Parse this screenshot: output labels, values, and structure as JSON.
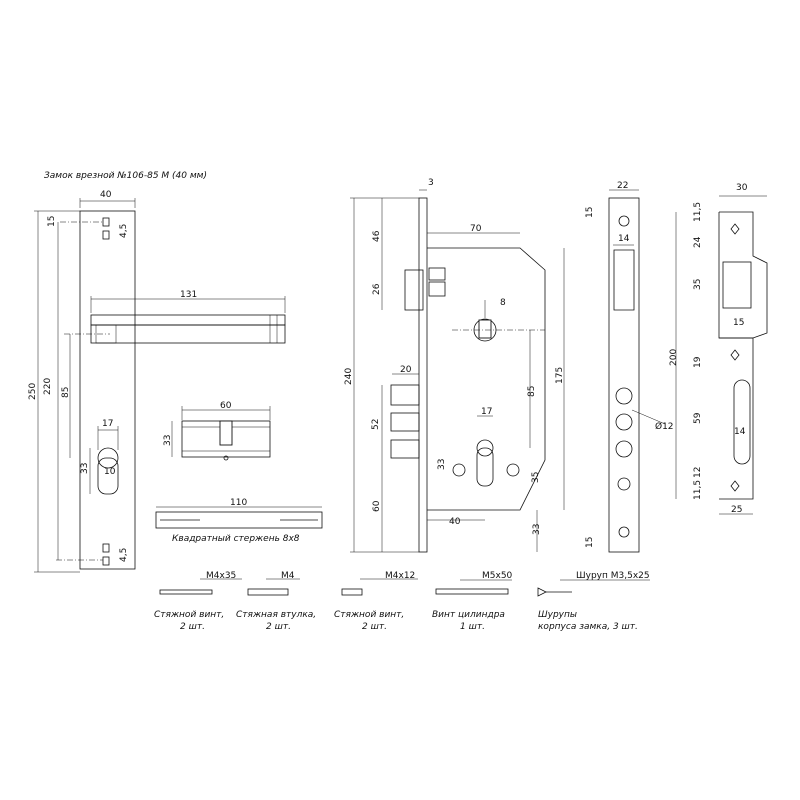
{
  "title": "Замок врезной №106-85 М (40 мм)",
  "plate": {
    "width": "40",
    "height_total": "250",
    "height_mount": "220",
    "top_hole": "15",
    "handle_to_cyl": "85",
    "cyl_offset": "17",
    "cyl_height": "33",
    "cyl_width": "10",
    "screw_small": "4,5",
    "screw_small_bottom": "4,5",
    "handle_len": "131"
  },
  "cylinder": {
    "length": "60",
    "height": "33"
  },
  "spindle": {
    "length": "110",
    "label": "Квадратный стержень 8х8"
  },
  "body": {
    "face_thick": "3",
    "height": "240",
    "latch_top": "46",
    "latch_h": "26",
    "depth": "70",
    "spindle_hole": "8",
    "bolt_gap": "20",
    "bolt_span": "52",
    "bottom_off": "60",
    "cyl_w": "17",
    "backset_c": "85",
    "backset_total": "175",
    "cyl_h": "33",
    "cyl_lower": "35",
    "backset": "40",
    "corner": "33"
  },
  "faceplate": {
    "width": "22",
    "hole_off_top": "15",
    "hole_off_bottom": "15",
    "inner": "14",
    "bolt_dia": "Ø12"
  },
  "strike": {
    "width": "30",
    "height": "200",
    "top": "11,5",
    "gap": "24",
    "latch_h": "35",
    "latch_w": "15",
    "mid": "19",
    "slot": "59",
    "slot_w": "14",
    "lower": "12",
    "bottom": "11,5",
    "bottom_w": "25"
  },
  "parts": [
    {
      "spec": "М4х35",
      "name": "Стяжной винт,",
      "qty": "2 шт."
    },
    {
      "spec": "М4",
      "name": "Стяжная втулка,",
      "qty": "2 шт."
    },
    {
      "spec": "М4х12",
      "name": "Стяжной винт,",
      "qty": "2 шт."
    },
    {
      "spec": "М5х50",
      "name": "Винт цилиндра",
      "qty": "1 шт."
    },
    {
      "spec": "Шуруп М3,5х25",
      "name": "Шурупы",
      "qty": "корпуса замка, 3 шт."
    }
  ]
}
